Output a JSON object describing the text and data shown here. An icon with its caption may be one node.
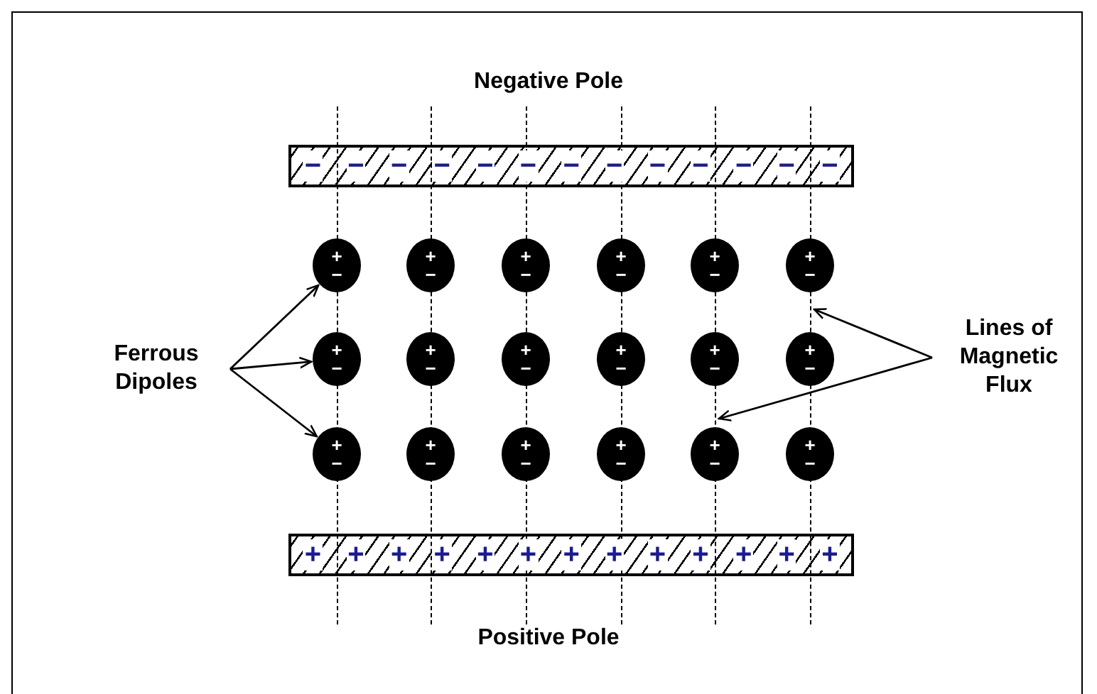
{
  "diagram": {
    "nodes": [
      {
        "text": [
          "−",
          "−",
          "−",
          "−",
          "−",
          "−",
          "−",
          "−",
          "−",
          "−",
          "−",
          "−",
          "−"
        ]
      },
      {
        "text": [
          "+",
          "+",
          "+",
          "+",
          "+",
          "+",
          "+",
          "+",
          "+",
          "+",
          "+",
          "+",
          "+"
        ]
      },
      {
        "text": [
          "+",
          "−"
        ]
      },
      {
        "text": [
          "+",
          "−"
        ]
      },
      {
        "text": [
          "+",
          "−"
        ]
      },
      {
        "text": [
          "+",
          "−"
        ]
      },
      {
        "text": [
          "+",
          "−"
        ]
      },
      {
        "text": [
          "+",
          "−"
        ]
      },
      {
        "text": [
          "+",
          "−"
        ]
      },
      {
        "text": [
          "+",
          "−"
        ]
      },
      {
        "text": [
          "+",
          "−"
        ]
      },
      {
        "text": [
          "+",
          "−"
        ]
      },
      {
        "text": [
          "+",
          "−"
        ]
      },
      {
        "text": [
          "+",
          "−"
        ]
      },
      {
        "text": [
          "+",
          "−"
        ]
      },
      {
        "text": [
          "+",
          "−"
        ]
      },
      {
        "text": [
          "+",
          "−"
        ]
      },
      {
        "text": [
          "+",
          "−"
        ]
      },
      {
        "text": [
          "+",
          "−"
        ]
      },
      {
        "text": [
          "+",
          "−"
        ]
      },
      {
        "text": [],
        "shape": "line"
      },
      {
        "text": [],
        "shape": "line"
      },
      {
        "text": [],
        "shape": "line"
      },
      {
        "text": [],
        "shape": "line"
      },
      {
        "text": [],
        "shape": "line"
      },
      {
        "text": [],
        "shape": "line"
      },
      {
        "text": [
          "Ferrous Dipoles"
        ]
      },
      {
        "text": [
          "Lines of Magnetic Flux"
        ]
      }
    ],
    "edges": [
      {
        "from": 26,
        "to": 2,
        "arrow": "to"
      },
      {
        "from": 26,
        "to": 8,
        "arrow": "to"
      },
      {
        "from": 26,
        "to": 14,
        "arrow": "to"
      },
      {
        "from": 27,
        "to": 25,
        "arrow": "to"
      },
      {
        "from": 27,
        "to": 24,
        "arrow": "to"
      }
    ],
    "labels": [
      "Negative Pole",
      "Positive Pole"
    ]
  }
}
